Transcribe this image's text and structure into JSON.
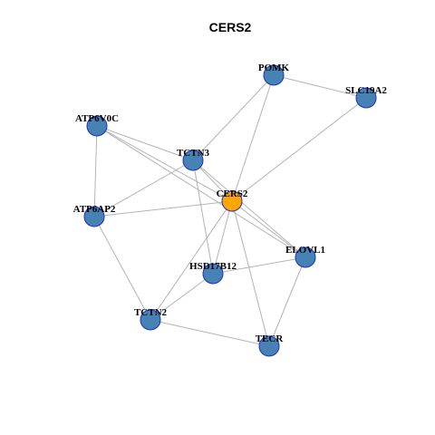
{
  "title": "CERS2",
  "colors": {
    "node_default": "#4682B4",
    "node_focus": "#FFA500",
    "node_border": "#1F2FBF",
    "edge": "#B3B3B3"
  },
  "nodes": [
    {
      "id": "POMK",
      "label": "POMK",
      "focus": false
    },
    {
      "id": "SLC19A2",
      "label": "SLC19A2",
      "focus": false
    },
    {
      "id": "ATP6V0C",
      "label": "ATP6V0C",
      "focus": false
    },
    {
      "id": "TCTN3",
      "label": "TCTN3",
      "focus": false
    },
    {
      "id": "CERS2",
      "label": "CERS2",
      "focus": true
    },
    {
      "id": "ATP6AP2",
      "label": "ATP6AP2",
      "focus": false
    },
    {
      "id": "ELOVL1",
      "label": "ELOVL1",
      "focus": false
    },
    {
      "id": "HSD17B12",
      "label": "HSD17B12",
      "focus": false
    },
    {
      "id": "TCTN2",
      "label": "TCTN2",
      "focus": false
    },
    {
      "id": "TECR",
      "label": "TECR",
      "focus": false
    }
  ],
  "edges": [
    [
      "POMK",
      "SLC19A2"
    ],
    [
      "POMK",
      "TCTN3"
    ],
    [
      "POMK",
      "CERS2"
    ],
    [
      "SLC19A2",
      "CERS2"
    ],
    [
      "ATP6V0C",
      "TCTN3"
    ],
    [
      "ATP6V0C",
      "CERS2"
    ],
    [
      "ATP6V0C",
      "ATP6AP2"
    ],
    [
      "ATP6V0C",
      "ELOVL1"
    ],
    [
      "TCTN3",
      "ATP6AP2"
    ],
    [
      "TCTN3",
      "HSD17B12"
    ],
    [
      "TCTN3",
      "ELOVL1"
    ],
    [
      "TCTN3",
      "CERS2"
    ],
    [
      "CERS2",
      "ATP6AP2"
    ],
    [
      "CERS2",
      "ELOVL1"
    ],
    [
      "CERS2",
      "HSD17B12"
    ],
    [
      "CERS2",
      "TCTN2"
    ],
    [
      "CERS2",
      "TECR"
    ],
    [
      "ATP6AP2",
      "TCTN2"
    ],
    [
      "HSD17B12",
      "ELOVL1"
    ],
    [
      "HSD17B12",
      "TCTN2"
    ],
    [
      "ELOVL1",
      "TECR"
    ],
    [
      "TCTN2",
      "TECR"
    ]
  ]
}
